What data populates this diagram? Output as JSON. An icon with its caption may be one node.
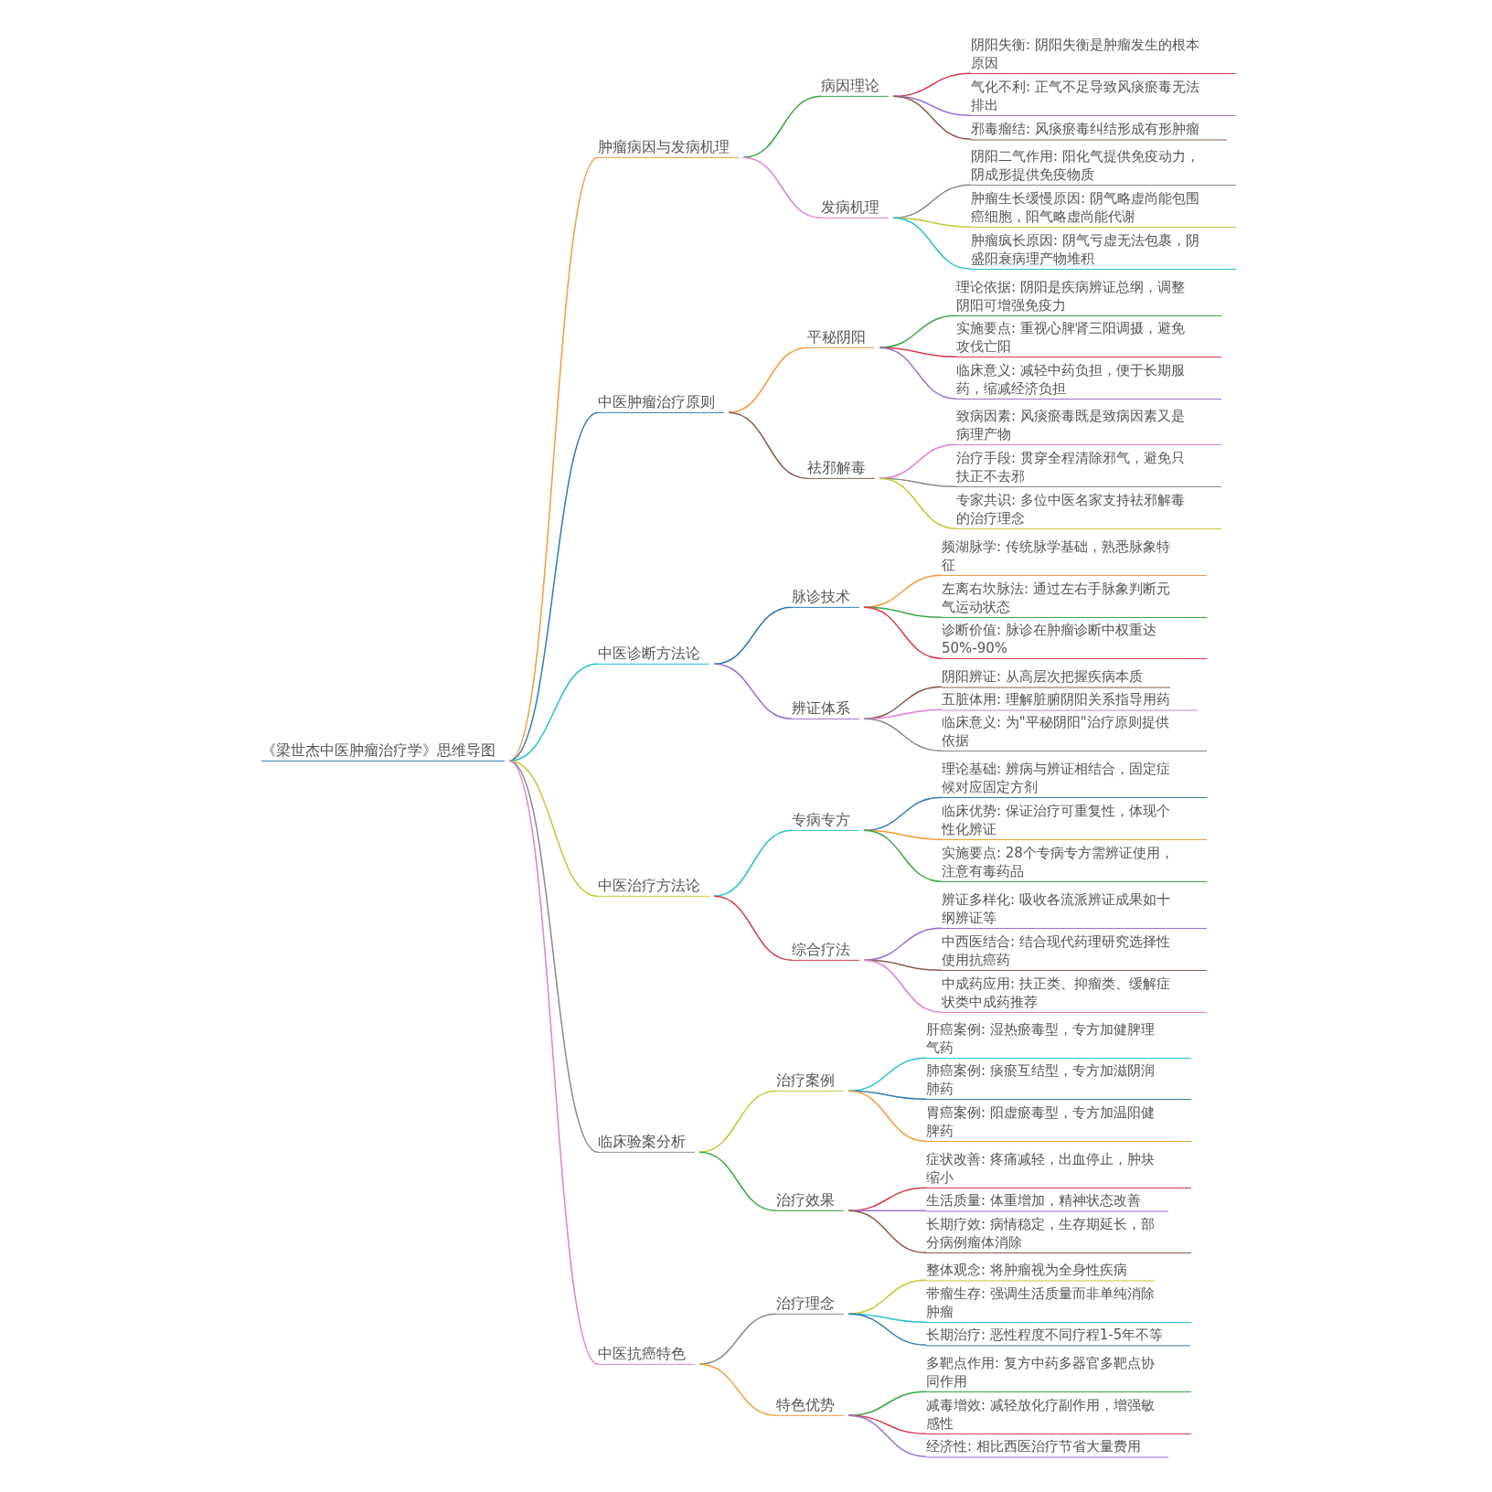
{
  "diagram": {
    "nodes": [
      {
        "text": [
          "《梁世杰中医肿瘤治疗学》思维导图"
        ]
      },
      {
        "text": [
          "肿瘤病因与发病机理"
        ]
      },
      {
        "text": [
          "病因理论"
        ]
      },
      {
        "text": [
          "阴阳失衡: 阴阳失衡是肿瘤发生的根本原因"
        ]
      },
      {
        "text": [
          "气化不利: 正气不足导致风痰瘀毒无法排出"
        ]
      },
      {
        "text": [
          "邪毒瘤结: 风痰瘀毒纠结形成有形肿瘤"
        ]
      },
      {
        "text": [
          "发病机理"
        ]
      },
      {
        "text": [
          "阴阳二气作用: 阳化气提供免疫动力，阴成形提供免疫物质"
        ]
      },
      {
        "text": [
          "肿瘤生长缓慢原因: 阴气略虚尚能包围癌细胞，阳气略虚尚能代谢"
        ]
      },
      {
        "text": [
          "肿瘤疯长原因: 阴气亏虚无法包裹，阴盛阳衰病理产物堆积"
        ]
      },
      {
        "text": [
          "中医肿瘤治疗原则"
        ]
      },
      {
        "text": [
          "平秘阴阳"
        ]
      },
      {
        "text": [
          "理论依据: 阴阳是疾病辨证总纲，调整阴阳可增强免疫力"
        ]
      },
      {
        "text": [
          "实施要点: 重视心脾肾三阳调摄，避免攻伐亡阳"
        ]
      },
      {
        "text": [
          "临床意义: 减轻中药负担，便于长期服药，缩减经济负担"
        ]
      },
      {
        "text": [
          "祛邪解毒"
        ]
      },
      {
        "text": [
          "致病因素: 风痰瘀毒既是致病因素又是病理产物"
        ]
      },
      {
        "text": [
          "治疗手段: 贯穿全程清除邪气，避免只扶正不去邪"
        ]
      },
      {
        "text": [
          "专家共识: 多位中医名家支持祛邪解毒的治疗理念"
        ]
      },
      {
        "text": [
          "中医诊断方法论"
        ]
      },
      {
        "text": [
          "脉诊技术"
        ]
      },
      {
        "text": [
          "频湖脉学: 传统脉学基础，熟悉脉象特征"
        ]
      },
      {
        "text": [
          "左离右坎脉法: 通过左右手脉象判断元气运动状态"
        ]
      },
      {
        "text": [
          "诊断价值: 脉诊在肿瘤诊断中权重达50%-90%"
        ]
      },
      {
        "text": [
          "辨证体系"
        ]
      },
      {
        "text": [
          "阴阳辨证: 从高层次把握疾病本质"
        ]
      },
      {
        "text": [
          "五脏体用: 理解脏腑阴阳关系指导用药"
        ]
      },
      {
        "text": [
          "临床意义: 为\"平秘阴阳\"治疗原则提供依据"
        ]
      },
      {
        "text": [
          "中医治疗方法论"
        ]
      },
      {
        "text": [
          "专病专方"
        ]
      },
      {
        "text": [
          "理论基础: 辨病与辨证相结合，固定症候对应固定方剂"
        ]
      },
      {
        "text": [
          "临床优势: 保证治疗可重复性，体现个性化辨证"
        ]
      },
      {
        "text": [
          "实施要点: 28个专病专方需辨证使用，注意有毒药品"
        ]
      },
      {
        "text": [
          "综合疗法"
        ]
      },
      {
        "text": [
          "辨证多样化: 吸收各流派辨证成果如十纲辨证等"
        ]
      },
      {
        "text": [
          "中西医结合: 结合现代药理研究选择性使用抗癌药"
        ]
      },
      {
        "text": [
          "中成药应用: 扶正类、抑瘤类、缓解症状类中成药推荐"
        ]
      },
      {
        "text": [
          "临床验案分析"
        ]
      },
      {
        "text": [
          "治疗案例"
        ]
      },
      {
        "text": [
          "肝癌案例: 湿热瘀毒型，专方加健脾理气药"
        ]
      },
      {
        "text": [
          "肺癌案例: 痰瘀互结型，专方加滋阴润肺药"
        ]
      },
      {
        "text": [
          "胃癌案例: 阳虚瘀毒型，专方加温阳健脾药"
        ]
      },
      {
        "text": [
          "治疗效果"
        ]
      },
      {
        "text": [
          "症状改善: 疼痛减轻，出血停止，肿块缩小"
        ]
      },
      {
        "text": [
          "生活质量: 体重增加，精神状态改善"
        ]
      },
      {
        "text": [
          "长期疗效: 病情稳定，生存期延长，部分病例瘤体消除"
        ]
      },
      {
        "text": [
          "中医抗癌特色"
        ]
      },
      {
        "text": [
          "治疗理念"
        ]
      },
      {
        "text": [
          "整体观念: 将肿瘤视为全身性疾病"
        ]
      },
      {
        "text": [
          "带瘤生存: 强调生活质量而非单纯消除肿瘤"
        ]
      },
      {
        "text": [
          "长期治疗: 恶性程度不同疗程1-5年不等"
        ]
      },
      {
        "text": [
          "特色优势"
        ]
      },
      {
        "text": [
          "多靶点作用: 复方中药多器官多靶点协同作用"
        ]
      },
      {
        "text": [
          "减毒增效: 减轻放化疗副作用，增强敏感性"
        ]
      },
      {
        "text": [
          "经济性: 相比西医治疗节省大量费用"
        ]
      }
    ],
    "edges": [
      {
        "from": 0,
        "to": 1,
        "arrow": "none",
        "color": "#f39c3d"
      },
      {
        "from": 1,
        "to": 2,
        "arrow": "none",
        "color": "#3aa745"
      },
      {
        "from": 2,
        "to": 3,
        "arrow": "none",
        "color": "#d63a4a"
      },
      {
        "from": 2,
        "to": 4,
        "arrow": "none",
        "color": "#9b6fcf"
      },
      {
        "from": 2,
        "to": 5,
        "arrow": "none",
        "color": "#8b5a4e"
      },
      {
        "from": 1,
        "to": 6,
        "arrow": "none",
        "color": "#e07fd0"
      },
      {
        "from": 6,
        "to": 7,
        "arrow": "none",
        "color": "#8a8a8a"
      },
      {
        "from": 6,
        "to": 8,
        "arrow": "none",
        "color": "#c7c63a"
      },
      {
        "from": 6,
        "to": 9,
        "arrow": "none",
        "color": "#26c1d4"
      },
      {
        "from": 0,
        "to": 10,
        "arrow": "none",
        "color": "#2f7bb0"
      },
      {
        "from": 10,
        "to": 11,
        "arrow": "none",
        "color": "#f39c3d"
      },
      {
        "from": 11,
        "to": 12,
        "arrow": "none",
        "color": "#3aa745"
      },
      {
        "from": 11,
        "to": 13,
        "arrow": "none",
        "color": "#d63a4a"
      },
      {
        "from": 11,
        "to": 14,
        "arrow": "none",
        "color": "#9b6fcf"
      },
      {
        "from": 10,
        "to": 15,
        "arrow": "none",
        "color": "#8b5a4e"
      },
      {
        "from": 15,
        "to": 16,
        "arrow": "none",
        "color": "#e07fd0"
      },
      {
        "from": 15,
        "to": 17,
        "arrow": "none",
        "color": "#8a8a8a"
      },
      {
        "from": 15,
        "to": 18,
        "arrow": "none",
        "color": "#c7c63a"
      },
      {
        "from": 0,
        "to": 19,
        "arrow": "none",
        "color": "#26c1d4"
      },
      {
        "from": 19,
        "to": 20,
        "arrow": "none",
        "color": "#2f7bb0"
      },
      {
        "from": 20,
        "to": 21,
        "arrow": "none",
        "color": "#f39c3d"
      },
      {
        "from": 20,
        "to": 22,
        "arrow": "none",
        "color": "#3aa745"
      },
      {
        "from": 20,
        "to": 23,
        "arrow": "none",
        "color": "#d63a4a"
      },
      {
        "from": 19,
        "to": 24,
        "arrow": "none",
        "color": "#9b6fcf"
      },
      {
        "from": 24,
        "to": 25,
        "arrow": "none",
        "color": "#8b5a4e"
      },
      {
        "from": 24,
        "to": 26,
        "arrow": "none",
        "color": "#e07fd0"
      },
      {
        "from": 24,
        "to": 27,
        "arrow": "none",
        "color": "#8a8a8a"
      },
      {
        "from": 0,
        "to": 28,
        "arrow": "none",
        "color": "#c7c63a"
      },
      {
        "from": 28,
        "to": 29,
        "arrow": "none",
        "color": "#26c1d4"
      },
      {
        "from": 29,
        "to": 30,
        "arrow": "none",
        "color": "#2f7bb0"
      },
      {
        "from": 29,
        "to": 31,
        "arrow": "none",
        "color": "#f39c3d"
      },
      {
        "from": 29,
        "to": 32,
        "arrow": "none",
        "color": "#3aa745"
      },
      {
        "from": 28,
        "to": 33,
        "arrow": "none",
        "color": "#d63a4a"
      },
      {
        "from": 33,
        "to": 34,
        "arrow": "none",
        "color": "#9b6fcf"
      },
      {
        "from": 33,
        "to": 35,
        "arrow": "none",
        "color": "#8b5a4e"
      },
      {
        "from": 33,
        "to": 36,
        "arrow": "none",
        "color": "#e07fd0"
      },
      {
        "from": 0,
        "to": 37,
        "arrow": "none",
        "color": "#8a8a8a"
      },
      {
        "from": 37,
        "to": 38,
        "arrow": "none",
        "color": "#c7c63a"
      },
      {
        "from": 38,
        "to": 39,
        "arrow": "none",
        "color": "#26c1d4"
      },
      {
        "from": 38,
        "to": 40,
        "arrow": "none",
        "color": "#2f7bb0"
      },
      {
        "from": 38,
        "to": 41,
        "arrow": "none",
        "color": "#f39c3d"
      },
      {
        "from": 37,
        "to": 42,
        "arrow": "none",
        "color": "#3aa745"
      },
      {
        "from": 42,
        "to": 43,
        "arrow": "none",
        "color": "#d63a4a"
      },
      {
        "from": 42,
        "to": 44,
        "arrow": "none",
        "color": "#9b6fcf"
      },
      {
        "from": 42,
        "to": 45,
        "arrow": "none",
        "color": "#8b5a4e"
      },
      {
        "from": 0,
        "to": 46,
        "arrow": "none",
        "color": "#e07fd0"
      },
      {
        "from": 46,
        "to": 47,
        "arrow": "none",
        "color": "#8a8a8a"
      },
      {
        "from": 47,
        "to": 48,
        "arrow": "none",
        "color": "#c7c63a"
      },
      {
        "from": 47,
        "to": 49,
        "arrow": "none",
        "color": "#26c1d4"
      },
      {
        "from": 47,
        "to": 50,
        "arrow": "none",
        "color": "#2f7bb0"
      },
      {
        "from": 46,
        "to": 51,
        "arrow": "none",
        "color": "#f39c3d"
      },
      {
        "from": 51,
        "to": 52,
        "arrow": "none",
        "color": "#3aa745"
      },
      {
        "from": 51,
        "to": 53,
        "arrow": "none",
        "color": "#d63a4a"
      },
      {
        "from": 51,
        "to": 54,
        "arrow": "none",
        "color": "#9b6fcf"
      }
    ]
  }
}
